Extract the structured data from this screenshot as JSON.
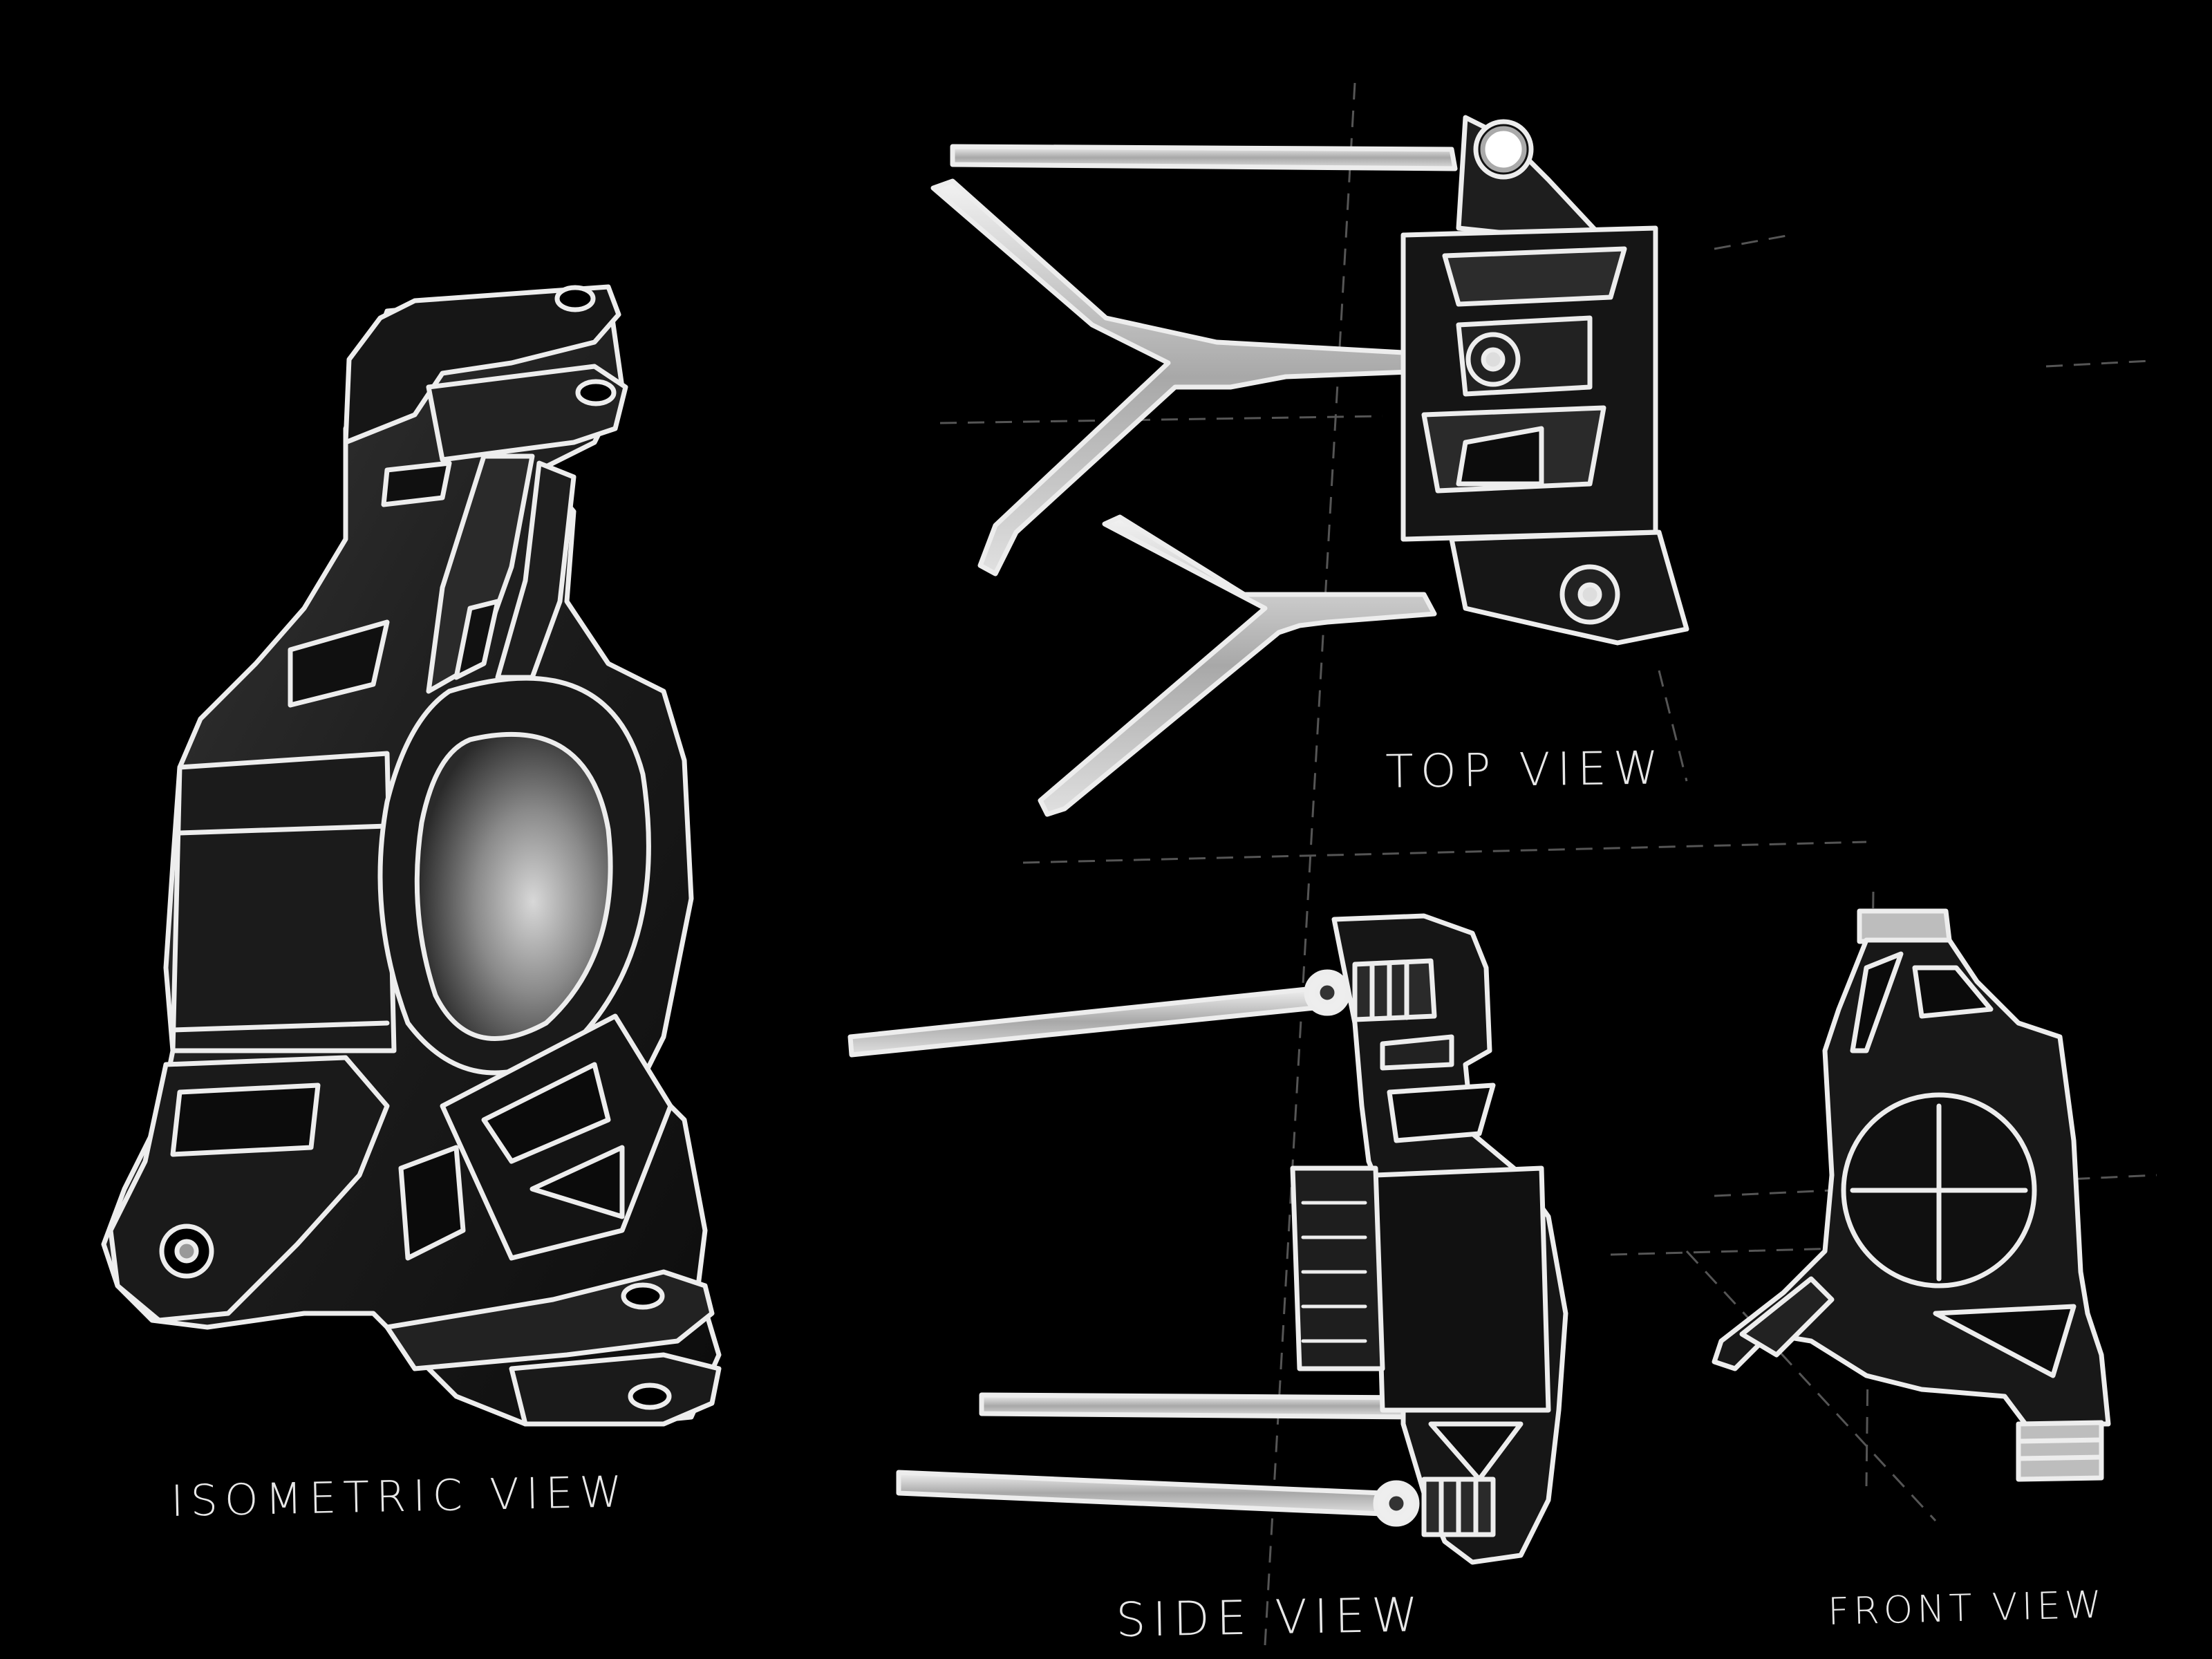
{
  "labels": {
    "isometric": "ISOMETRIC  VIEW",
    "top": "TOP VIEW",
    "side": "SIDE VIEW",
    "front": "FRONT VIEW"
  },
  "colors": {
    "background": "#000000",
    "line": "#ededed",
    "fill_dark": "#1a1a1a",
    "fill_mid": "#3a3a3a",
    "fill_light": "#8a8a8a"
  }
}
